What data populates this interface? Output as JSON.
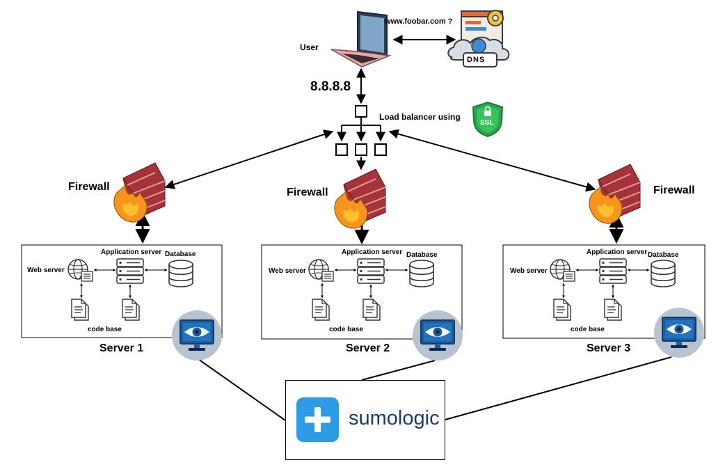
{
  "user_label": "User",
  "dns_query": "www.foobar.com ?",
  "dns_label": "DNS",
  "ip_address": "8.8.8.8",
  "load_balancer_label": "Load balancer using",
  "ssl_label": "SSL",
  "servers": [
    {
      "firewall_label": "Firewall",
      "name": "Server 1",
      "web_server_label": "Web server",
      "app_server_label": "Application server",
      "database_label": "Database",
      "code_base_label": "code base"
    },
    {
      "firewall_label": "Firewall",
      "name": "Server 2",
      "web_server_label": "Web server",
      "app_server_label": "Application server",
      "database_label": "Database",
      "code_base_label": "code base"
    },
    {
      "firewall_label": "Firewall",
      "name": "Server 3",
      "web_server_label": "Web server",
      "app_server_label": "Application server",
      "database_label": "Database",
      "code_base_label": "code base"
    }
  ],
  "monitoring": {
    "brand_light": "sumo",
    "brand_dark": "logic",
    "brand_color": "#2e9be6"
  },
  "colors": {
    "firewall_brick": "#a8323a",
    "firewall_flame": "#f7941d",
    "monitor_circle": "#b7c3d0",
    "ssl_green": "#2ea44f"
  }
}
